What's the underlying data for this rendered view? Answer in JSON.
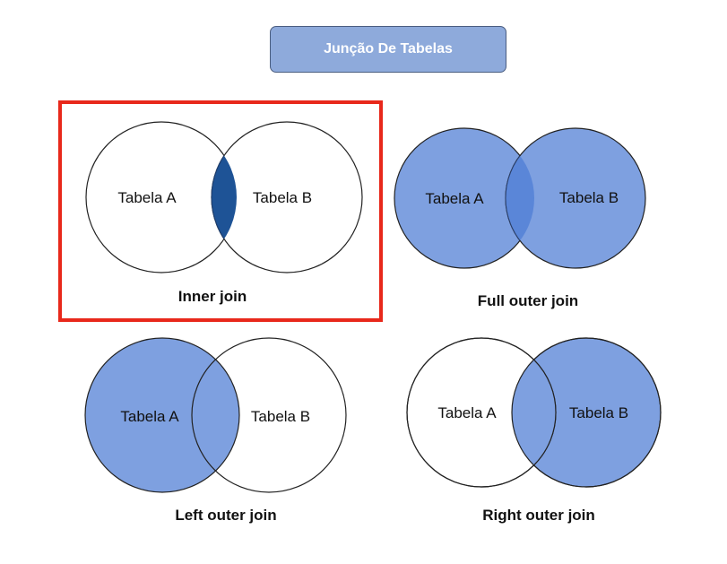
{
  "title": "Junção De Tabelas",
  "colors": {
    "fill": "#7ea0e0",
    "overlap_dark": "#1e5396",
    "overlap_mid": "#5a86d8",
    "highlight": "#e8281b",
    "title_bg": "#8eaadb"
  },
  "diagrams": [
    {
      "caption": "Inner join",
      "left_label": "Tabela A",
      "right_label": "Tabela B",
      "highlighted": true
    },
    {
      "caption": "Full outer join",
      "left_label": "Tabela A",
      "right_label": "Tabela B",
      "highlighted": false
    },
    {
      "caption": "Left outer join",
      "left_label": "Tabela A",
      "right_label": "Tabela B",
      "highlighted": false
    },
    {
      "caption": "Right outer join",
      "left_label": "Tabela A",
      "right_label": "Tabela B",
      "highlighted": false
    }
  ]
}
